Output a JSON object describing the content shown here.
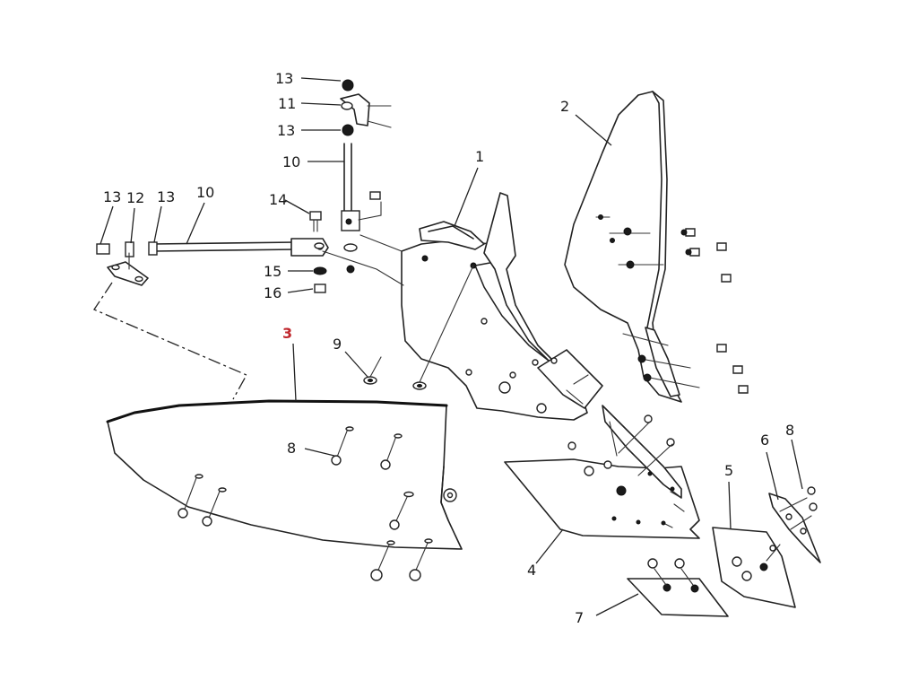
{
  "diagram": {
    "callouts": {
      "c1": "1",
      "c2": "2",
      "c3": "3",
      "c4": "4",
      "c5": "5",
      "c6": "6",
      "c7": "7",
      "c8_mid": "8",
      "c8_right": "8",
      "c9": "9",
      "c10_top": "10",
      "c10_left": "10",
      "c11": "11",
      "c12": "12",
      "c13_a": "13",
      "c13_b": "13",
      "c13_c": "13",
      "c13_d": "13",
      "c14": "14",
      "c15": "15",
      "c16": "16"
    },
    "highlight_color": "#c0272d",
    "line_color": "#222222"
  }
}
